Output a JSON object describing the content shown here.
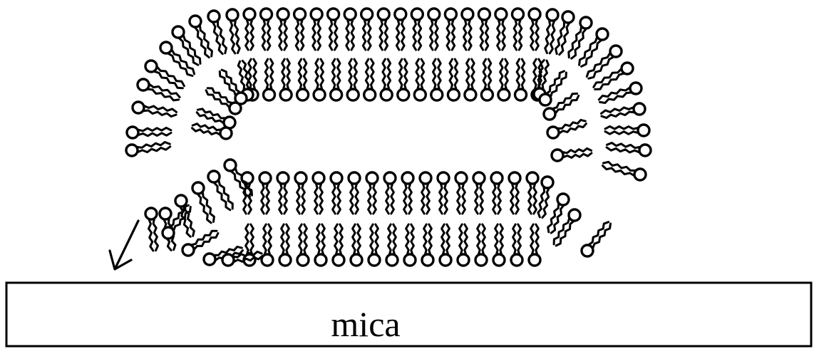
{
  "substrate": {
    "label": "mica"
  },
  "figure": {
    "upper_bilayer_flat_lipids_per_leaflet": 18,
    "lower_bilayer_flat_lipids_per_leaflet": 17
  },
  "colors": {
    "line": "#000000",
    "background": "#ffffff"
  }
}
